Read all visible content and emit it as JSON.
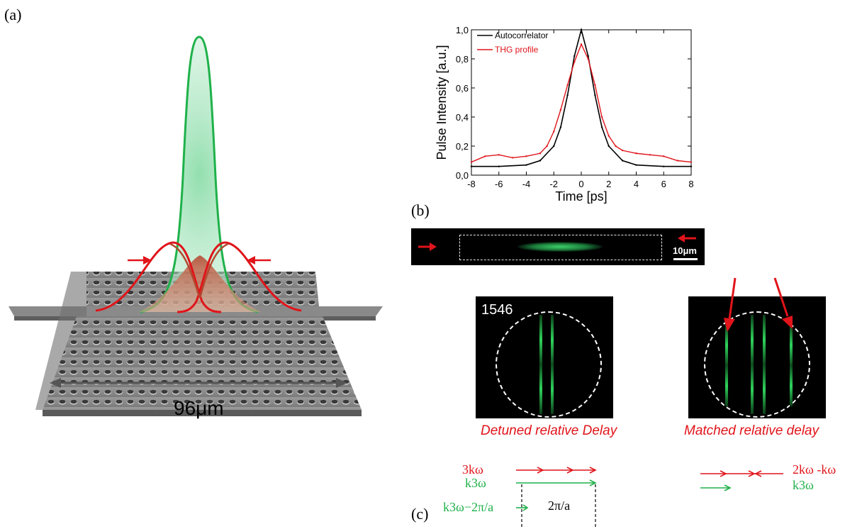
{
  "panels": {
    "a": "(a)",
    "b": "(b)",
    "c": "(c)"
  },
  "panel_a": {
    "width_label": "96μm"
  },
  "micrograph": {
    "scale_label": "10μm"
  },
  "camera_left": {
    "wavelength_label": "1546",
    "caption": "Detuned relative Delay"
  },
  "camera_right": {
    "caption": "Matched relative delay"
  },
  "vectors_left": {
    "label_3k": "3kω",
    "label_k3": "k3ω",
    "label_k3_minus": "k3ω−2π/a",
    "label_2pi": "2π/a"
  },
  "vectors_right": {
    "label_2k": "2kω -kω",
    "label_k3": "k3ω"
  },
  "colors": {
    "red": "#e0141a",
    "green": "#1fb14a",
    "slab": "#8a8a8a"
  },
  "chart_data": {
    "type": "line",
    "xlabel": "Time [ps]",
    "ylabel": "Pulse Intensity [a.u.]",
    "xlim": [
      -8,
      8
    ],
    "ylim": [
      0.0,
      1.0
    ],
    "x_ticks": [
      "-8",
      "-6",
      "-4",
      "-2",
      "0",
      "2",
      "4",
      "6",
      "8"
    ],
    "y_ticks": [
      "0,0",
      "0,2",
      "0,4",
      "0,6",
      "0,8",
      "1,0"
    ],
    "legend_position": "top-right",
    "series": [
      {
        "name": "Autocorrelator",
        "color": "#000000",
        "x": [
          -8,
          -6,
          -4,
          -3,
          -2,
          -1.5,
          -1,
          -0.5,
          0,
          0.5,
          1,
          1.5,
          2,
          3,
          4,
          6,
          8
        ],
        "y": [
          0.06,
          0.06,
          0.07,
          0.1,
          0.2,
          0.33,
          0.55,
          0.82,
          1.0,
          0.82,
          0.55,
          0.33,
          0.2,
          0.1,
          0.07,
          0.06,
          0.06
        ]
      },
      {
        "name": "THG profile",
        "color": "#e0141a",
        "x": [
          -8,
          -7,
          -6,
          -5,
          -4,
          -3,
          -2.5,
          -2,
          -1.5,
          -1,
          -0.5,
          0,
          0.5,
          1,
          1.5,
          2,
          2.5,
          3,
          4,
          5,
          6,
          7,
          8
        ],
        "y": [
          0.09,
          0.13,
          0.14,
          0.12,
          0.13,
          0.15,
          0.2,
          0.3,
          0.45,
          0.62,
          0.78,
          0.9,
          0.8,
          0.62,
          0.4,
          0.27,
          0.2,
          0.17,
          0.15,
          0.14,
          0.13,
          0.1,
          0.09
        ]
      }
    ]
  }
}
